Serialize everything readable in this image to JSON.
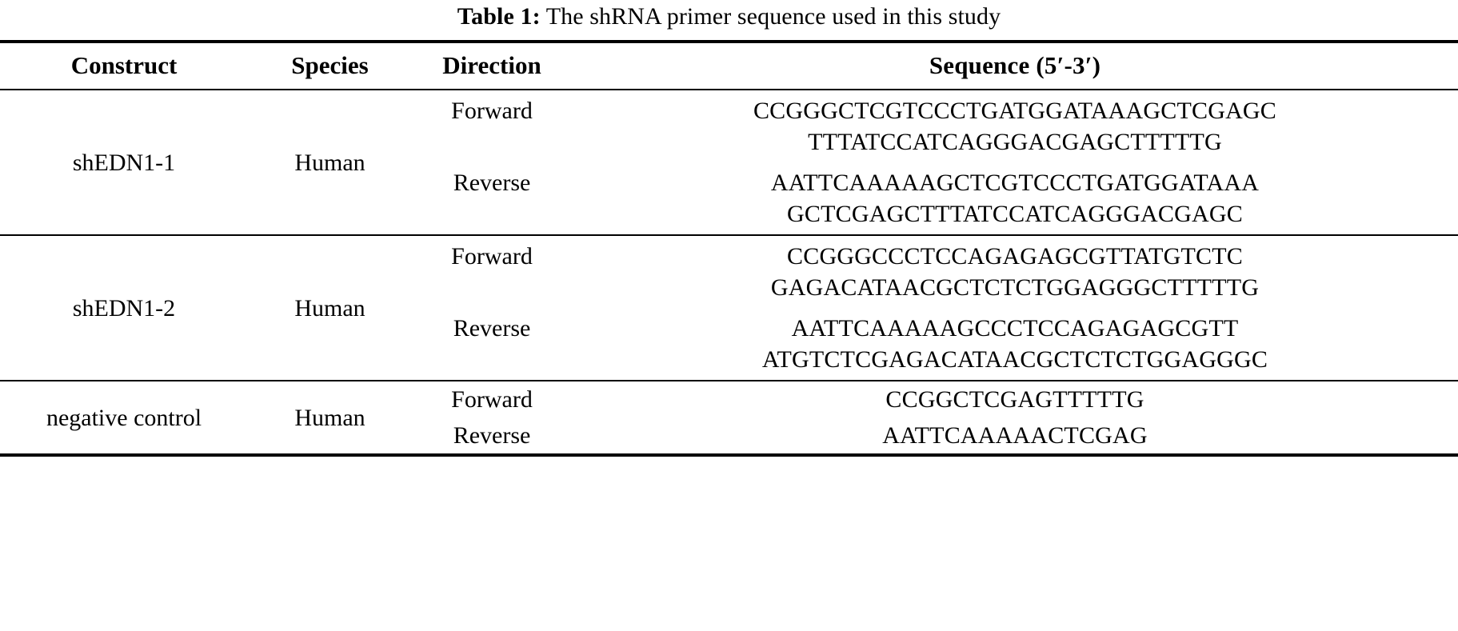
{
  "caption": {
    "label": "Table 1:",
    "text": "The shRNA primer sequence used in this study"
  },
  "table": {
    "columns": [
      {
        "key": "construct",
        "header": "Construct"
      },
      {
        "key": "species",
        "header": "Species"
      },
      {
        "key": "direction",
        "header": "Direction"
      },
      {
        "key": "sequence",
        "header": "Sequence (5′-3′)"
      }
    ],
    "groups": [
      {
        "construct": "shEDN1-1",
        "species": "Human",
        "rows": [
          {
            "direction": "Forward",
            "sequence_lines": [
              "CCGGGCTCGTCCCTGATGGATAAAGCTCGAGC",
              "TTTATCCATCAGGGACGAGCTTTTTG"
            ]
          },
          {
            "direction": "Reverse",
            "sequence_lines": [
              "AATTCAAAAAGCTCGTCCCTGATGGATAAA",
              "GCTCGAGCTTTATCCATCAGGGACGAGC"
            ]
          }
        ]
      },
      {
        "construct": "shEDN1-2",
        "species": "Human",
        "rows": [
          {
            "direction": "Forward",
            "sequence_lines": [
              "CCGGGCCCTCCAGAGAGCGTTATGTCTC",
              "GAGACATAACGCTCTCTGGAGGGCTTTTTG"
            ]
          },
          {
            "direction": "Reverse",
            "sequence_lines": [
              "AATTCAAAAAGCCCTCCAGAGAGCGTT",
              "ATGTCTCGAGACATAACGCTCTCTGGAGGGC"
            ]
          }
        ]
      },
      {
        "construct": "negative control",
        "species": "Human",
        "rows": [
          {
            "direction": "Forward",
            "sequence_lines": [
              "CCGGCTCGAGTTTTTG"
            ]
          },
          {
            "direction": "Reverse",
            "sequence_lines": [
              "AATTCAAAAACTCGAG"
            ]
          }
        ]
      }
    ]
  }
}
